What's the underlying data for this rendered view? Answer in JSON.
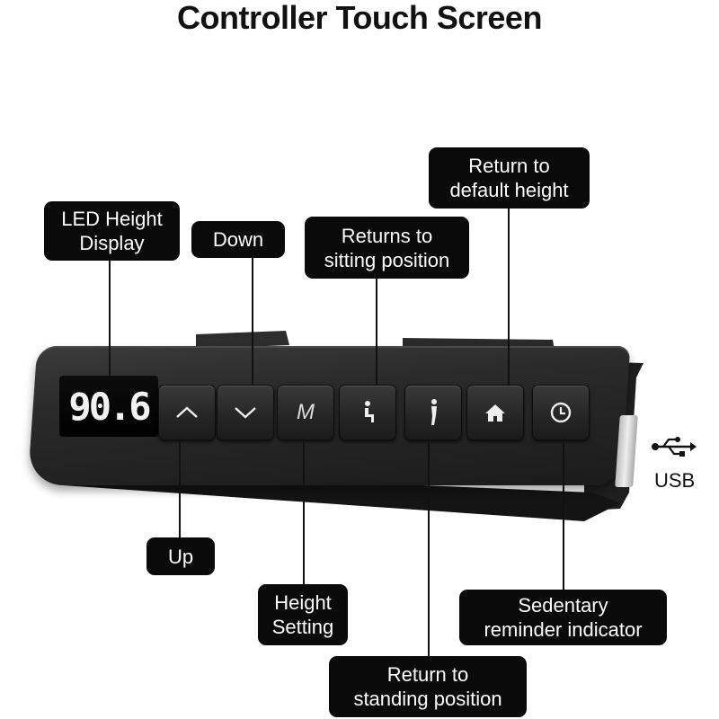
{
  "title": "Controller Touch Screen",
  "led_value": "90.6",
  "callouts": {
    "led": "LED Height\nDisplay",
    "down": "Down",
    "sitting": "Returns to\nsitting position",
    "default": "Return to\ndefault height",
    "up": "Up",
    "height_setting": "Height\nSetting",
    "standing": "Return to\nstanding position",
    "sedentary": "Sedentary\nreminder indicator"
  },
  "buttons": {
    "up": "up-arrow-icon",
    "down": "down-arrow-icon",
    "memory": "M",
    "sitting": "sitting-person-icon",
    "standing": "standing-person-icon",
    "home": "home-icon",
    "timer": "clock-icon"
  },
  "usb_label": "USB"
}
